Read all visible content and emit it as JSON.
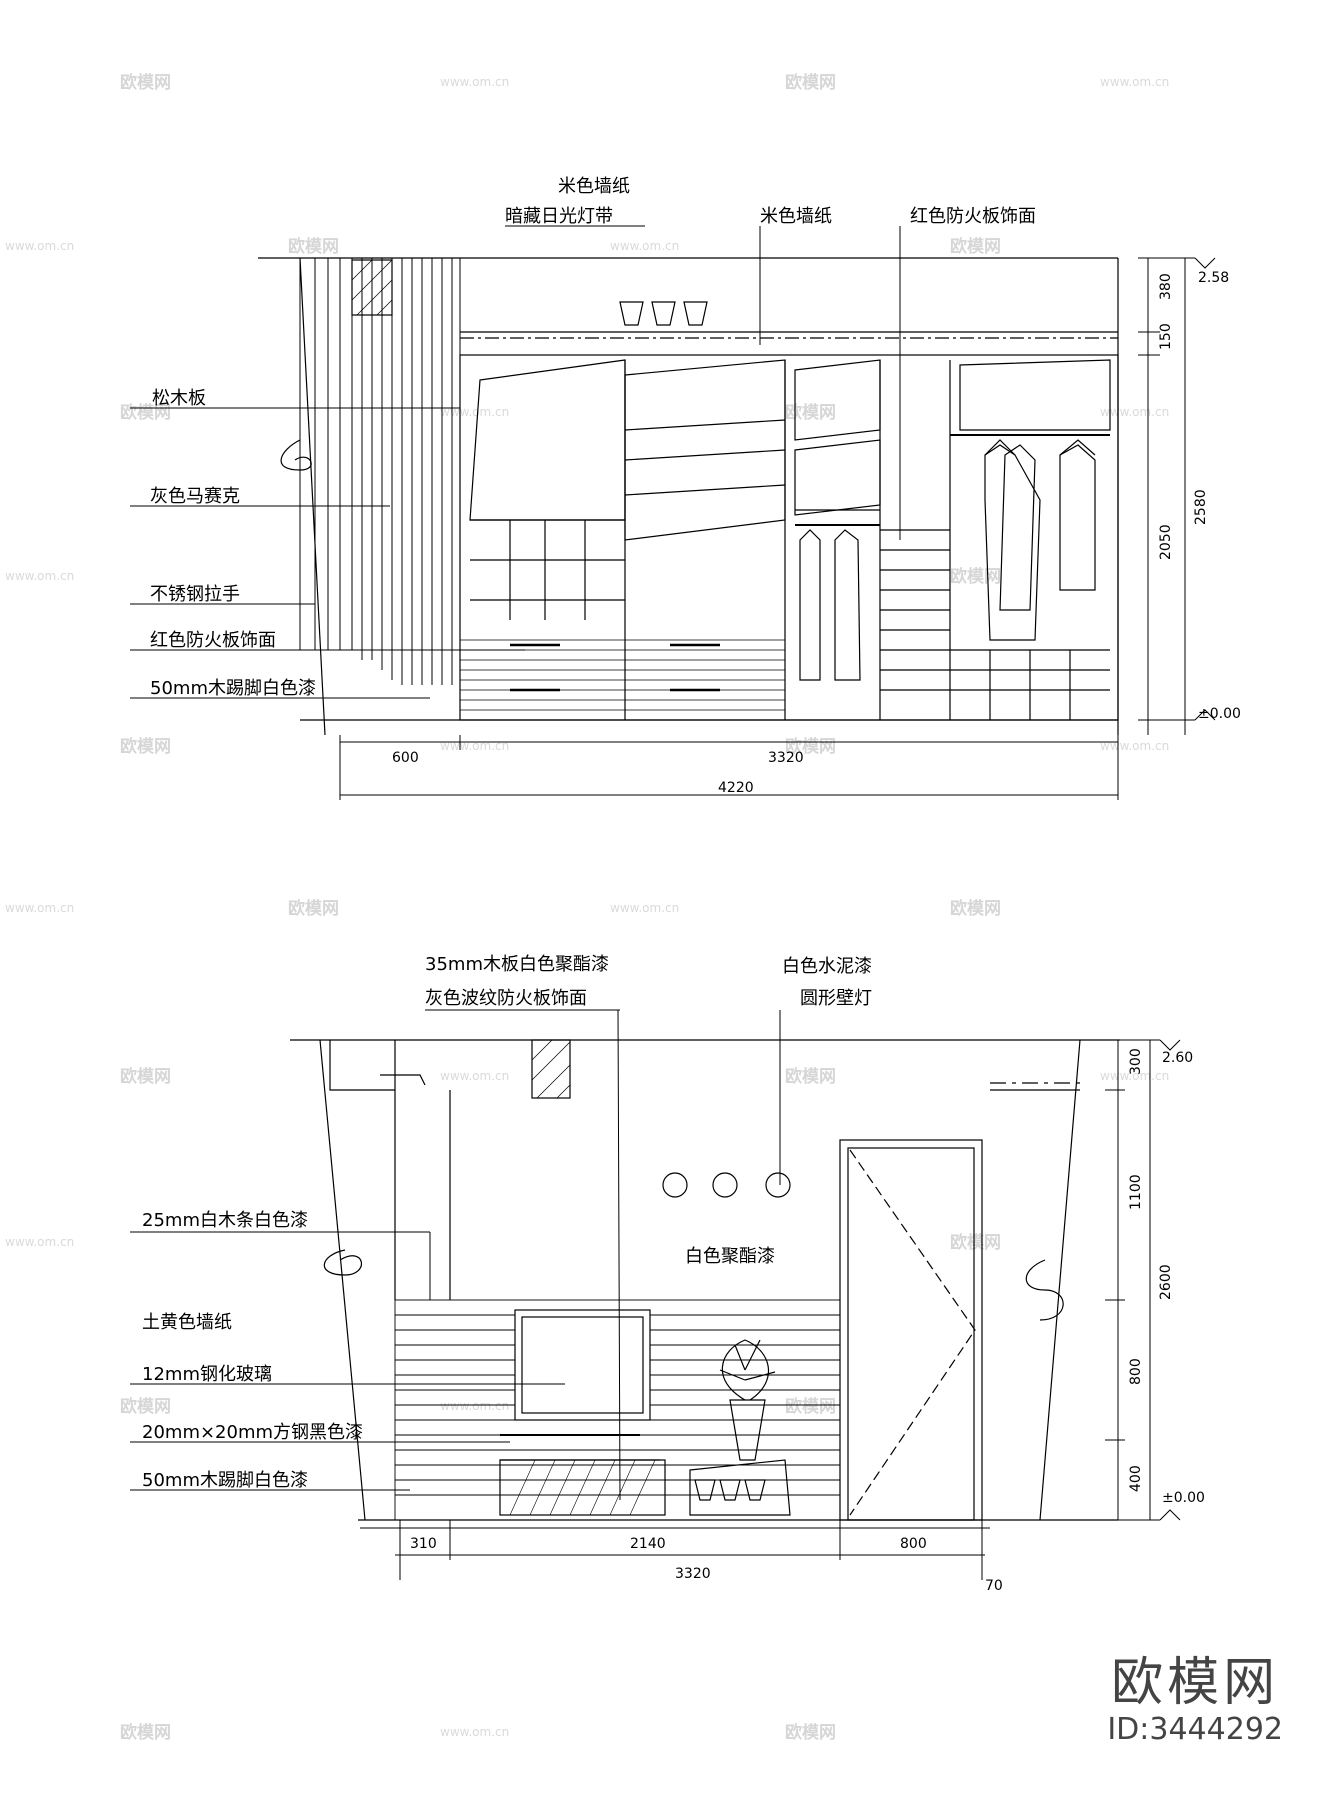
{
  "elevation_top": {
    "labels": {
      "beige_wallpaper_1": "米色墙纸",
      "hidden_light_strip": "暗藏日光灯带",
      "beige_wallpaper_2": "米色墙纸",
      "red_fireboard_top": "红色防火板饰面",
      "pine_board": "松木板",
      "grey_mosaic": "灰色马赛克",
      "steel_handle": "不锈钢拉手",
      "red_fireboard": "红色防火板饰面",
      "skirting": "50mm木踢脚白色漆"
    },
    "dimensions": {
      "d380": "380",
      "d150": "150",
      "d2050": "2050",
      "d2580": "2580",
      "level_top": "2.58",
      "level_bottom": "±0.00",
      "w600": "600",
      "w3320": "3320",
      "w4220": "4220"
    }
  },
  "elevation_bottom": {
    "labels": {
      "wood_white_poly": "35mm木板白色聚酯漆",
      "grey_fireboard": "灰色波纹防火板饰面",
      "white_cement": "白色水泥漆",
      "round_lamp": "圆形壁灯",
      "white_strip": "25mm白木条白色漆",
      "white_poly": "白色聚酯漆",
      "earth_wallpaper": "土黄色墙纸",
      "glass": "12mm钢化玻璃",
      "steel_tube": "20mm×20mm方钢黑色漆",
      "skirting": "50mm木踢脚白色漆"
    },
    "dimensions": {
      "d300": "300",
      "d1100": "1100",
      "d800": "800",
      "d400": "400",
      "d2600": "2600",
      "level_top": "2.60",
      "level_bottom": "±0.00",
      "w310": "310",
      "w2140": "2140",
      "w800": "800",
      "w3320": "3320",
      "w70": "70"
    }
  },
  "watermark": {
    "logo": "欧模网",
    "url": "www.om.cn"
  },
  "brand": {
    "name": "欧模网",
    "id": "ID:3444292"
  }
}
